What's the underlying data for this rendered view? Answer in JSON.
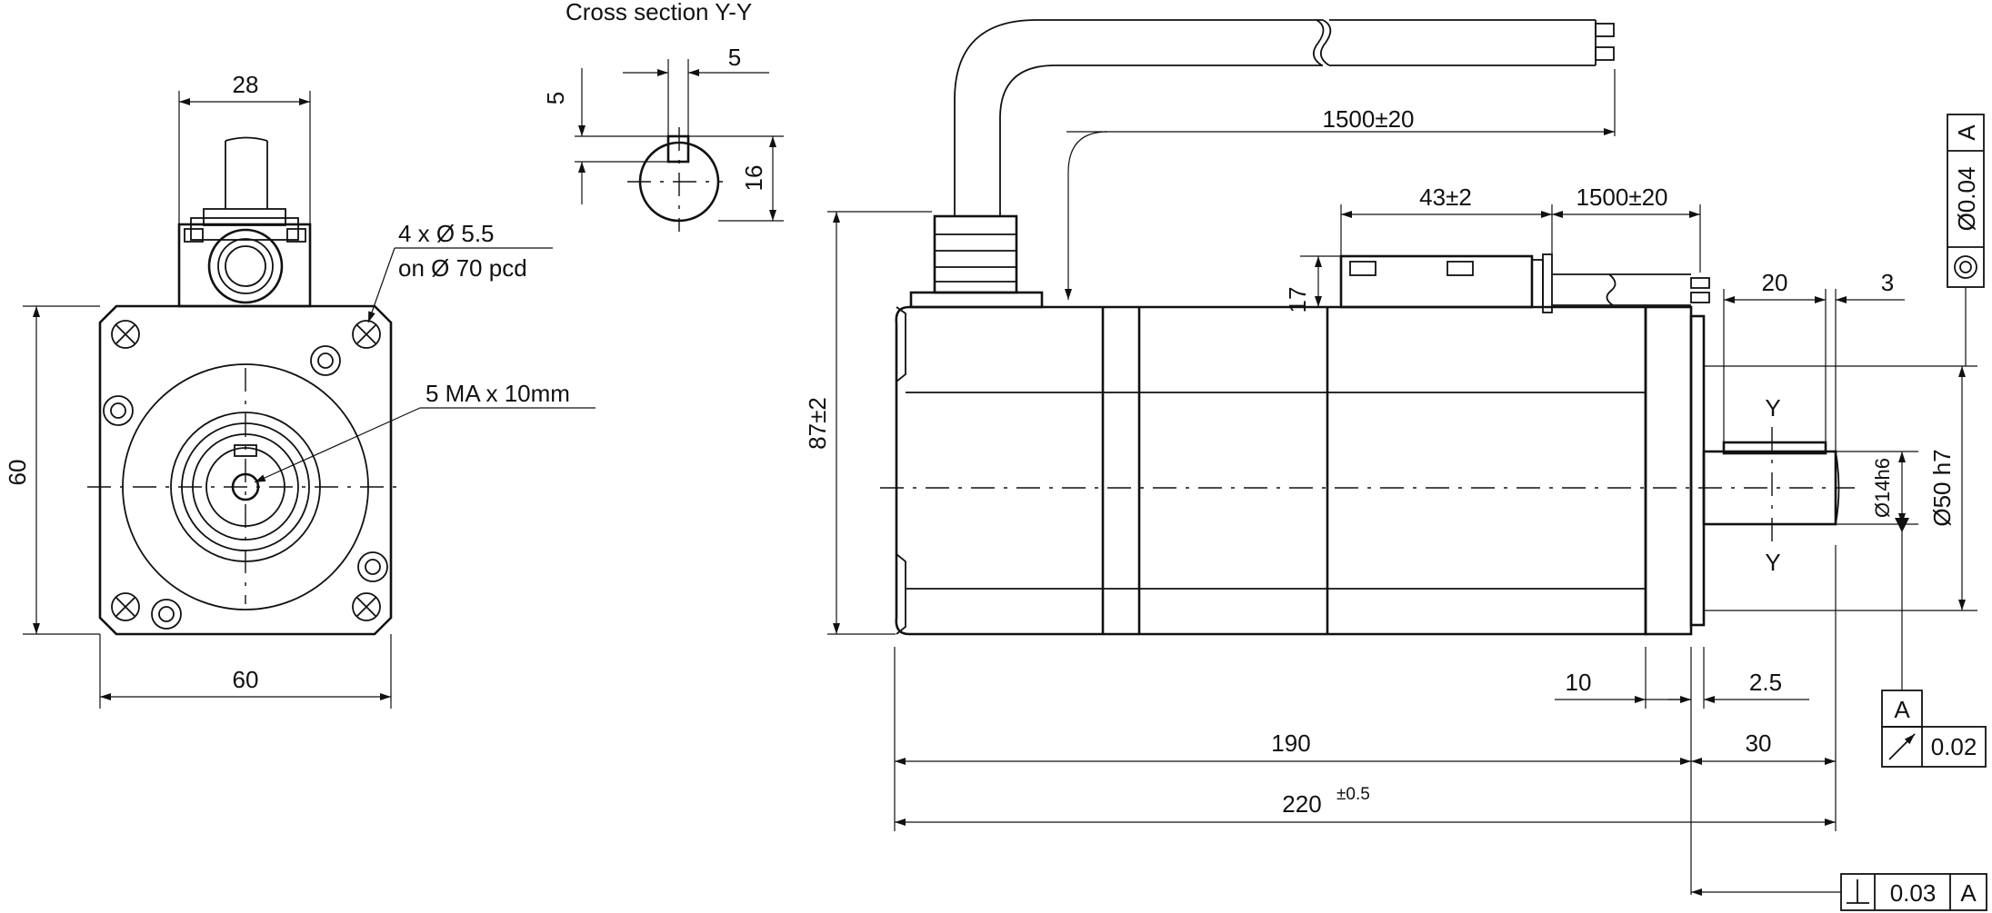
{
  "front_view": {
    "width_top": "28",
    "holes_count": "4 x Ø 5.5",
    "holes_pcd": "on Ø 70 pcd",
    "tapped_hole": "5 MA x 10mm",
    "height": "60",
    "width": "60"
  },
  "cross_section": {
    "title": "Cross section Y-Y",
    "key_width": "5",
    "key_depth": "5",
    "shaft_height": "16"
  },
  "side_view": {
    "cable_length_top": "1500±20",
    "connector_offset": "43±2",
    "cable_length_brake": "1500±20",
    "brake_height": "17",
    "overall_height": "87±2",
    "shaft_key_length": "20",
    "shaft_key_offset": "3",
    "section_marker_top": "Y",
    "section_marker_bottom": "Y",
    "shaft_diameter": "Ø14h6",
    "pilot_diameter": "Ø50 h7",
    "flange_thickness": "10",
    "pilot_depth": "2.5",
    "body_length": "190",
    "shaft_length": "30",
    "total_length": "220",
    "total_tolerance": "±0.5"
  },
  "tolerances": {
    "concentricity_value": "Ø0.04",
    "concentricity_datum": "A",
    "datum_label": "A",
    "runout_value": "0.02",
    "perpendicularity_value": "0.03",
    "perpendicularity_datum": "A"
  }
}
